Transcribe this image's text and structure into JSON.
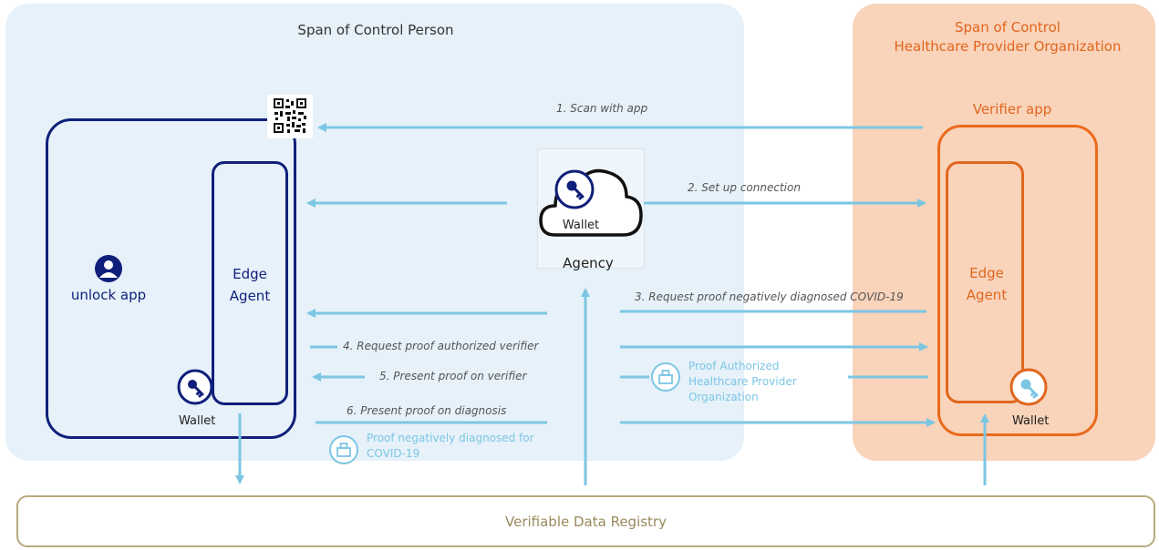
{
  "zones": {
    "person_title": "Span of Control Person",
    "hpo_title_line1": "Span of Control",
    "hpo_title_line2": "Healthcare Provider Organization"
  },
  "person": {
    "app_label": "unlock app",
    "edge_agent_line1": "Edge",
    "edge_agent_line2": "Agent",
    "wallet_label": "Wallet"
  },
  "agency": {
    "wallet_label": "Wallet",
    "label": "Agency"
  },
  "verifier": {
    "title": "Verifier app",
    "edge_agent_line1": "Edge",
    "edge_agent_line2": "Agent",
    "wallet_label": "Wallet"
  },
  "steps": {
    "s1": "1. Scan with app",
    "s2": "2. Set up connection",
    "s3": "3. Request proof negatively diagnosed COVID-19",
    "s4": "4. Request proof authorized verifier",
    "s5": "5. Present proof on verifier",
    "s6": "6. Present proof on diagnosis"
  },
  "proofs": {
    "authorized_line1": "Proof Authorized",
    "authorized_line2": "Healthcare Provider",
    "authorized_line3": "Organization",
    "covid_line1": "Proof negatively diagnosed for",
    "covid_line2": "COVID-19"
  },
  "registry": {
    "label": "Verifiable Data Registry"
  },
  "colors": {
    "navy": "#0f1f7a",
    "orange": "#e0661e",
    "arrow_blue": "#7cc6e4",
    "person_bg": "#e6f1f9",
    "hpo_bg": "#f9d3ba",
    "registry_border": "#b9a97c"
  }
}
